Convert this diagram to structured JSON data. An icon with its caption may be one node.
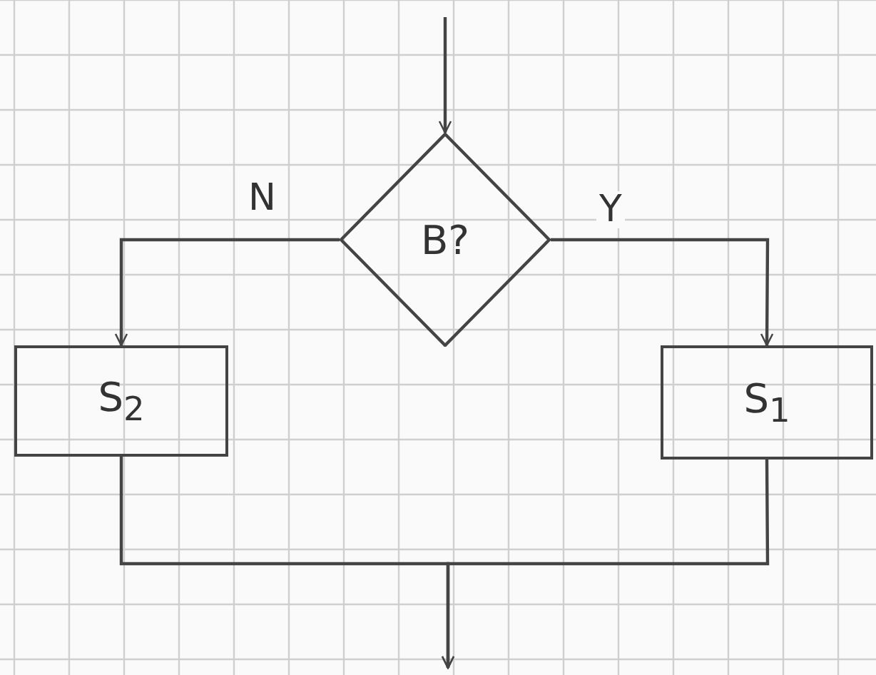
{
  "diagram": {
    "nodes": [
      {
        "text": [
          "B?"
        ]
      },
      {
        "text": [
          "S$_{2}$"
        ]
      },
      {
        "text": [
          "S$_{1}$"
        ]
      }
    ],
    "edges": [
      {
        "from": null,
        "to": 0,
        "arrow": "to"
      },
      {
        "from": 0,
        "to": 1,
        "arrow": "to",
        "label": "N"
      },
      {
        "from": 0,
        "to": 2,
        "arrow": "to",
        "label": "Y"
      },
      {
        "from": 1,
        "to": null,
        "arrow": "to"
      },
      {
        "from": 2,
        "to": null,
        "arrow": "to"
      }
    ]
  }
}
